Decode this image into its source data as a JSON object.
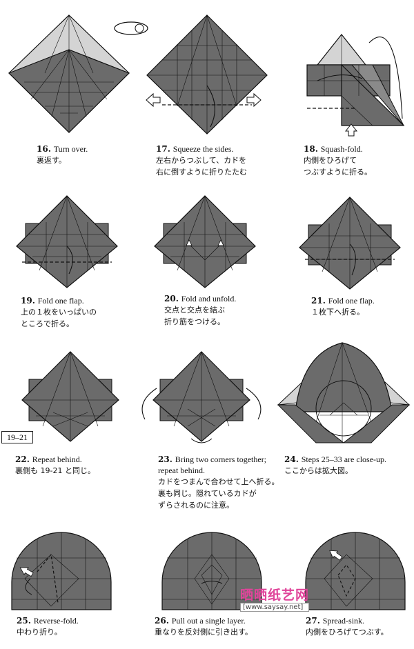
{
  "steps": [
    {
      "num": "16.",
      "en": "Turn over.",
      "jp": "裏返す。"
    },
    {
      "num": "17.",
      "en": "Squeeze the sides.",
      "jp": "左右からつぶして、カドを",
      "jp2": "右に倒すように折りたたむ"
    },
    {
      "num": "18.",
      "en": "Squash-fold.",
      "jp": "内側をひろげて",
      "jp2": "つぶすように折る。"
    },
    {
      "num": "19.",
      "en": "Fold one flap.",
      "jp": "上の１枚をいっぱいの",
      "jp2": "ところで折る。"
    },
    {
      "num": "20.",
      "en": "Fold and unfold.",
      "jp": "交点と交点を結ぶ",
      "jp2": "折り筋をつける。"
    },
    {
      "num": "21.",
      "en": "Fold one flap.",
      "jp": "１枚下へ折る。"
    },
    {
      "num": "22.",
      "en": "Repeat behind.",
      "jp": "裏側も 19-21 と同じ。"
    },
    {
      "num": "23.",
      "en": "Bring two corners together;",
      "en2": "repeat behind.",
      "jp": "カドをつまんで合わせて上へ折る。",
      "jp2": "裏も同じ。隠れているカドが",
      "jp3": "ずらされるのに注意。"
    },
    {
      "num": "24.",
      "en": "Steps 25–33 are close-up.",
      "jp": "ここからは拡大図。"
    },
    {
      "num": "25.",
      "en": "Reverse-fold.",
      "jp": "中わり折り。"
    },
    {
      "num": "26.",
      "en": "Pull out a single layer.",
      "jp": "重なりを反対側に引き出す。"
    },
    {
      "num": "27.",
      "en": "Spread-sink.",
      "jp": "内側をひろげてつぶす。"
    }
  ],
  "ref_label": "19–21",
  "watermark": {
    "brand": "晒晒纸艺网",
    "url": "[www.saysay.net]"
  },
  "colors": {
    "paper_dark": "#6b6b6b",
    "paper_light": "#d4d4d4",
    "line": "#111111"
  }
}
